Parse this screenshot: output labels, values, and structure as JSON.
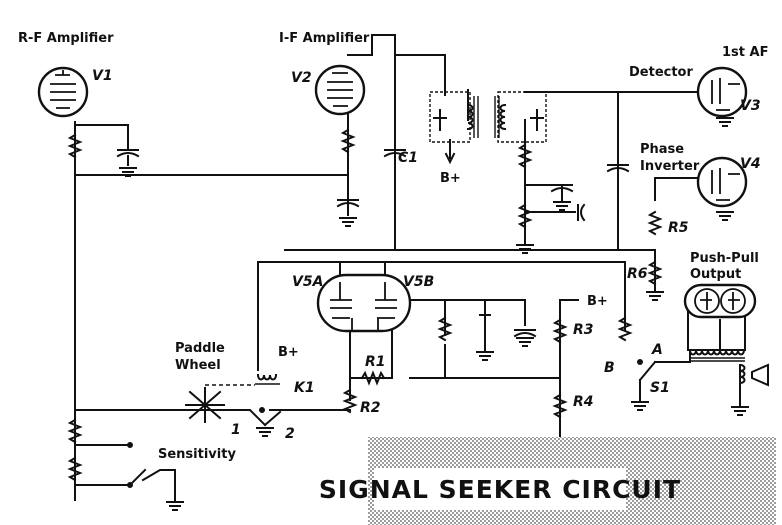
{
  "labels": {
    "rf_amp": "R-F Amplifier",
    "if_amp": "I-F Amplifier",
    "detector": "Detector",
    "first_af": "1st AF",
    "phase_inverter_1": "Phase",
    "phase_inverter_2": "Inverter",
    "push_pull_1": "Push-Pull",
    "push_pull_2": "Output",
    "paddle_1": "Paddle",
    "paddle_2": "Wheel",
    "sensitivity": "Sensitivity",
    "bplus_if": "B+",
    "bplus_k1": "B+",
    "bplus_r3": "B+",
    "switch_1": "1",
    "switch_2": "2",
    "point_a": "A",
    "point_b": "B"
  },
  "refs": {
    "v1": "V1",
    "v2": "V2",
    "v3": "V3",
    "v4": "V4",
    "v5a": "V5A",
    "v5b": "V5B",
    "c1": "C1",
    "k1": "K1",
    "r1": "R1",
    "r2": "R2",
    "r3": "R3",
    "r4": "R4",
    "r5": "R5",
    "r6": "R6",
    "s1": "S1"
  },
  "banner": {
    "title": "SIGNAL SEEKER CIRCUIT"
  },
  "colors": {
    "ink": "#111111",
    "paper": "#ffffff"
  }
}
